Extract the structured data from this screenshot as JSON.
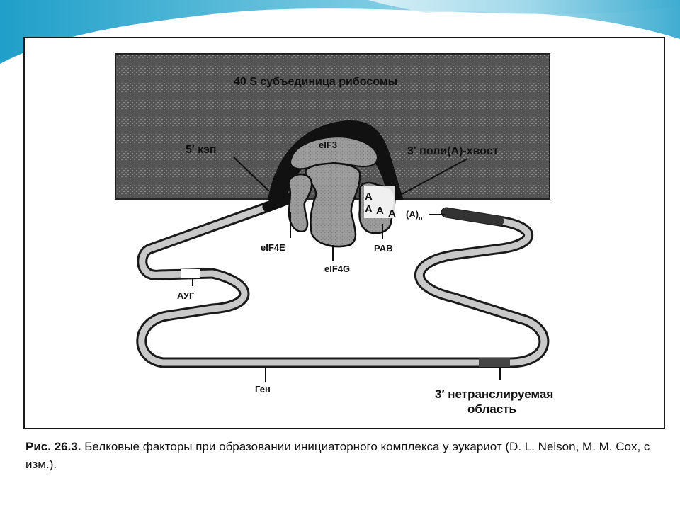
{
  "colors": {
    "accent": "#1f9fc9",
    "ribosome_fill": "#4a4a4a",
    "ink": "#111111"
  },
  "diagram": {
    "ribosome_title": "40 S субъединица рибосомы",
    "left_cap_label": "5′ кэп",
    "right_tail_label": "3′ поли(А)-хвост",
    "eif3": "eIF3",
    "eif4e": "eIF4E",
    "eif4g": "eIF4G",
    "pab": "PAB",
    "poly_a_letters": [
      "A",
      "A",
      "A",
      "A"
    ],
    "poly_a_n_base": "(A)",
    "poly_a_n_sub": "n",
    "aug": "АУГ",
    "gene": "Ген",
    "utr_line1": "3′ нетранслируемая",
    "utr_line2": "область"
  },
  "caption": {
    "figure_number": "Рис. 26.3.",
    "text": " Белковые факторы при образовании инициаторного комплекса у эукариот (D. L. Nelson, M. M. Cox, с изм.)."
  }
}
